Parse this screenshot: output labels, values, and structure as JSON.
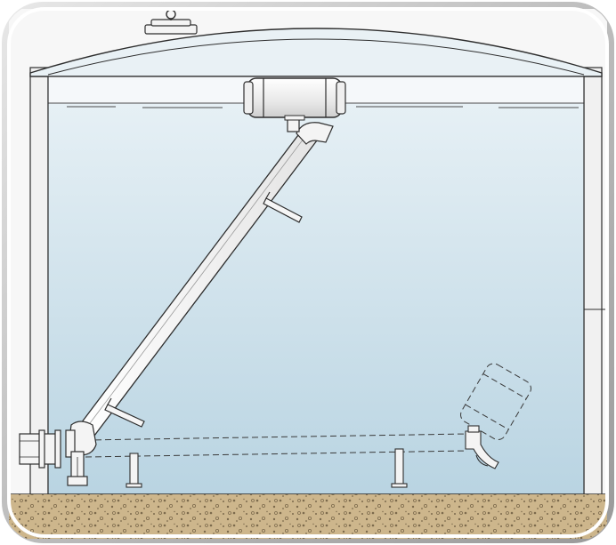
{
  "diagram": {
    "subject": "",
    "elements": [
      "tank-shell",
      "domed-roof",
      "roof-hatch",
      "liquid-fill",
      "floating-suction-float",
      "inclined-floating-suction-pipe",
      "pipe-support-brackets",
      "swivel-joint",
      "outlet-nozzle-flange",
      "lowered-position-outline",
      "gravel-foundation"
    ]
  },
  "colors": {
    "frame": "#a9a9a9",
    "frame_highlight": "#d9d9d9",
    "liquid_top": "#eaf2f6",
    "liquid_bottom": "#b8d4e3",
    "air_space": "#e5eff4",
    "tank_wall": "#f3f3f3",
    "line": "#2e2e2e",
    "pipe_fill": "#f5f5f5",
    "gravel_base": "#c9b289",
    "gravel_dot": "#8b7755"
  }
}
